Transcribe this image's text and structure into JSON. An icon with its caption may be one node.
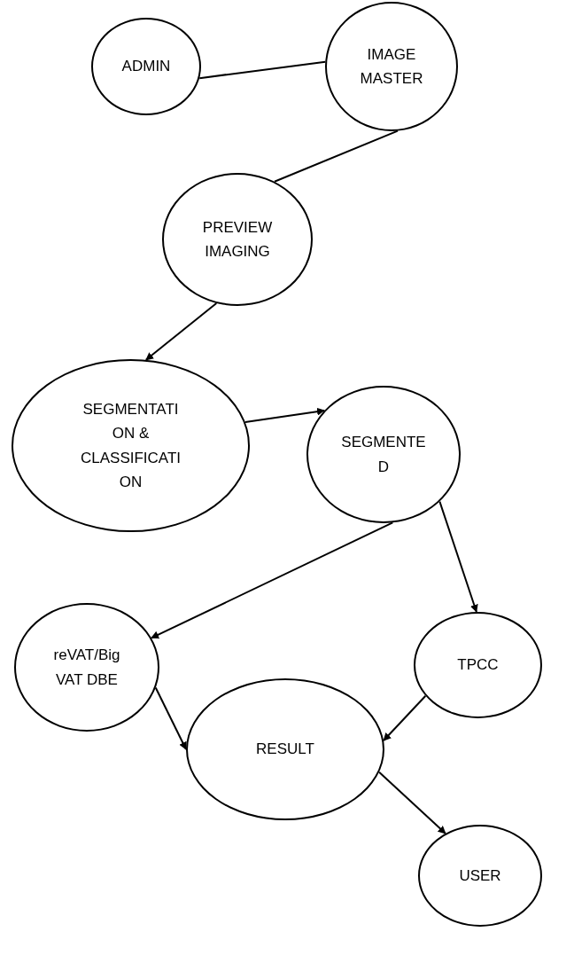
{
  "diagram": {
    "nodes": [
      {
        "text": [
          "ADMIN"
        ]
      },
      {
        "text": [
          "IMAGE MASTER"
        ]
      },
      {
        "text": [
          "PREVIEW IMAGING"
        ]
      },
      {
        "text": [
          "SEGMENTATI ON & CLASSIFICATI ON"
        ]
      },
      {
        "text": [
          "SEGMENTE D"
        ]
      },
      {
        "text": [
          "reVAT/Big VAT DBE"
        ]
      },
      {
        "text": [
          "TPCC"
        ]
      },
      {
        "text": [
          "RESULT"
        ]
      },
      {
        "text": [
          "USER"
        ]
      }
    ],
    "edges": [
      {
        "from": 0,
        "to": 1,
        "arrow": "none"
      },
      {
        "from": 1,
        "to": 2,
        "arrow": "none"
      },
      {
        "from": 2,
        "to": 3,
        "arrow": "to"
      },
      {
        "from": 3,
        "to": 4,
        "arrow": "to"
      },
      {
        "from": 4,
        "to": 5,
        "arrow": "to"
      },
      {
        "from": 4,
        "to": 6,
        "arrow": "to"
      },
      {
        "from": 5,
        "to": 7,
        "arrow": "to"
      },
      {
        "from": 6,
        "to": 7,
        "arrow": "to"
      },
      {
        "from": 7,
        "to": 8,
        "arrow": "to"
      }
    ]
  }
}
